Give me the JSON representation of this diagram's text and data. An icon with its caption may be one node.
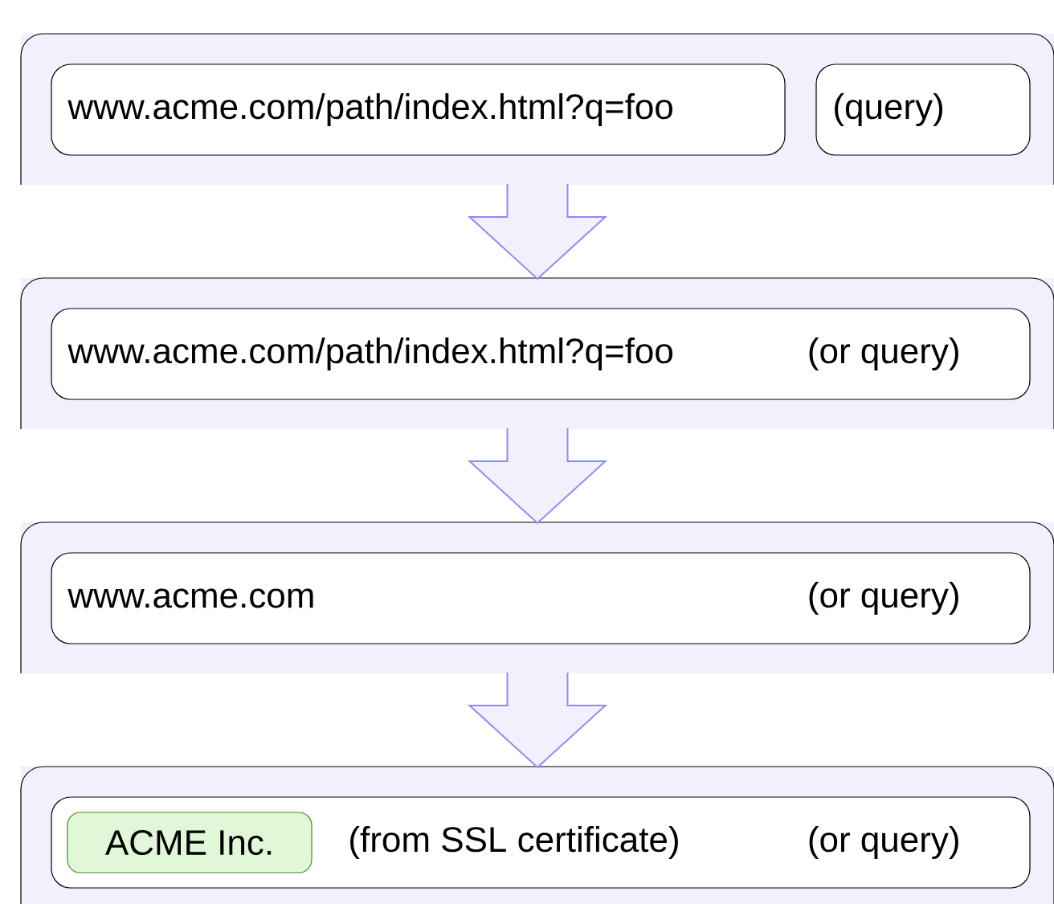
{
  "diagram": {
    "nodes": [
      {
        "text": [],
        "shape": "box"
      },
      {
        "text": [
          "www.acme.com/path/index.html?q=foo"
        ],
        "in": 0
      },
      {
        "text": [
          "(query)"
        ],
        "in": 0
      },
      {
        "text": [],
        "shape": "box"
      },
      {
        "text": [
          "www.acme.com/path/index.html?q=foo",
          "(or query)"
        ],
        "in": 3
      },
      {
        "text": [],
        "shape": "box"
      },
      {
        "text": [
          "www.acme.com",
          "(or query)"
        ],
        "in": 5
      },
      {
        "text": [],
        "shape": "box"
      },
      {
        "text": [
          "(from SSL certificate)",
          "(or query)"
        ],
        "in": 7
      },
      {
        "text": [
          "ACME Inc."
        ],
        "in": 8
      }
    ],
    "edges": [
      {
        "from": 0,
        "to": 3,
        "arrow": "to"
      },
      {
        "from": 3,
        "to": 5,
        "arrow": "to"
      },
      {
        "from": 5,
        "to": 7,
        "arrow": "to"
      }
    ]
  }
}
